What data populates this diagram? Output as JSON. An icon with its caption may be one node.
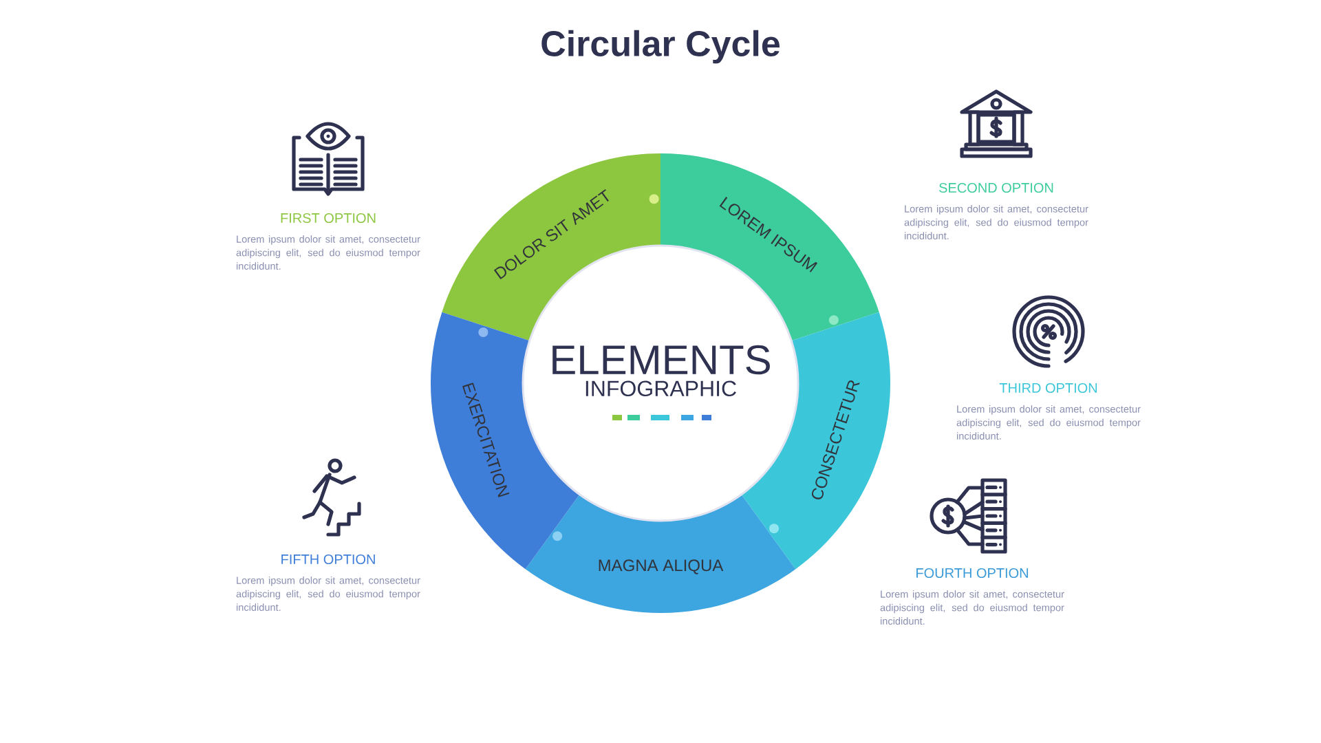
{
  "diagram": {
    "title": "Circular Cycle",
    "nodes": [
      {
        "text": [
          "DOLOR SIT AMET"
        ]
      },
      {
        "text": [
          "LOREM IPSUM"
        ]
      },
      {
        "text": [
          "CONSECTETUR"
        ]
      },
      {
        "text": [
          "MAGNA ALIQUA"
        ]
      },
      {
        "text": [
          "EXERCITATION"
        ]
      },
      {
        "text": [
          "ELEMENTS",
          "INFOGRAPHIC"
        ]
      }
    ],
    "labels": [
      "FIRST OPTION",
      "Lorem ipsum dolor sit amet, consectetur adipiscing elit, sed do eiusmod tempor incididunt.",
      "SECOND OPTION",
      "Lorem ipsum dolor sit amet, consectetur adipiscing elit, sed do eiusmod tempor incididunt.",
      "THIRD OPTION",
      "Lorem ipsum dolor sit amet, consectetur adipiscing elit, sed do eiusmod tempor incididunt.",
      "FOURTH OPTION",
      "Lorem ipsum dolor sit amet, consectetur adipiscing elit, sed do eiusmod tempor incididunt.",
      "FIFTH OPTION",
      "Lorem ipsum dolor sit amet, consectetur adipiscing elit, sed do eiusmod tempor incididunt."
    ]
  }
}
